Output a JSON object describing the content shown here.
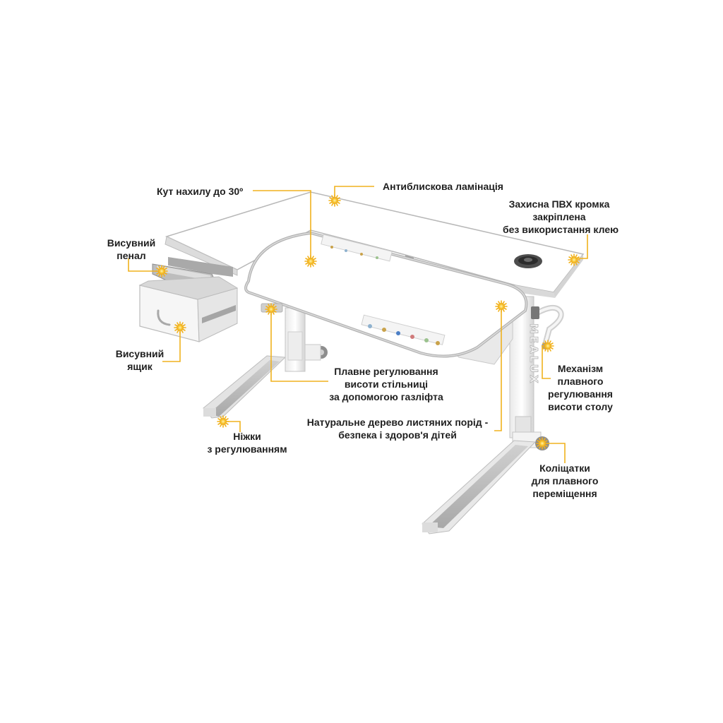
{
  "colors": {
    "accent": "#f2b21c",
    "line": "#f0b21e",
    "desk_white": "#ffffff",
    "desk_edge": "#b9b9b9",
    "frame_grey": "#c9c9c9",
    "text": "#1f1f1f"
  },
  "brand": {
    "text": "MEALUX"
  },
  "labels": {
    "tilt": {
      "lines": [
        "Кут нахилу до 30º"
      ]
    },
    "antiglare": {
      "lines": [
        "Антиблискова ламінація"
      ]
    },
    "edge": {
      "lines": [
        "Захисна ПВХ кромка",
        "закріплена",
        "без використання клею"
      ]
    },
    "pencil": {
      "lines": [
        "Висувний",
        "пенал"
      ]
    },
    "drawer": {
      "lines": [
        "Висувний",
        "ящик"
      ]
    },
    "gaslift": {
      "lines": [
        "Плавне регулювання",
        "висоти стільниці",
        "за допомогою газліфта"
      ]
    },
    "mechanism": {
      "lines": [
        "Механізм",
        "плавного",
        "регулювання",
        "висоти столу"
      ]
    },
    "wood": {
      "lines": [
        "Натуральне дерево листяних порід -",
        "безпека і здоров'я дітей"
      ]
    },
    "feet": {
      "lines": [
        "Ніжки",
        "з регулюванням"
      ]
    },
    "wheels": {
      "lines": [
        "Коліщатки",
        "для плавного",
        "переміщення"
      ]
    }
  }
}
